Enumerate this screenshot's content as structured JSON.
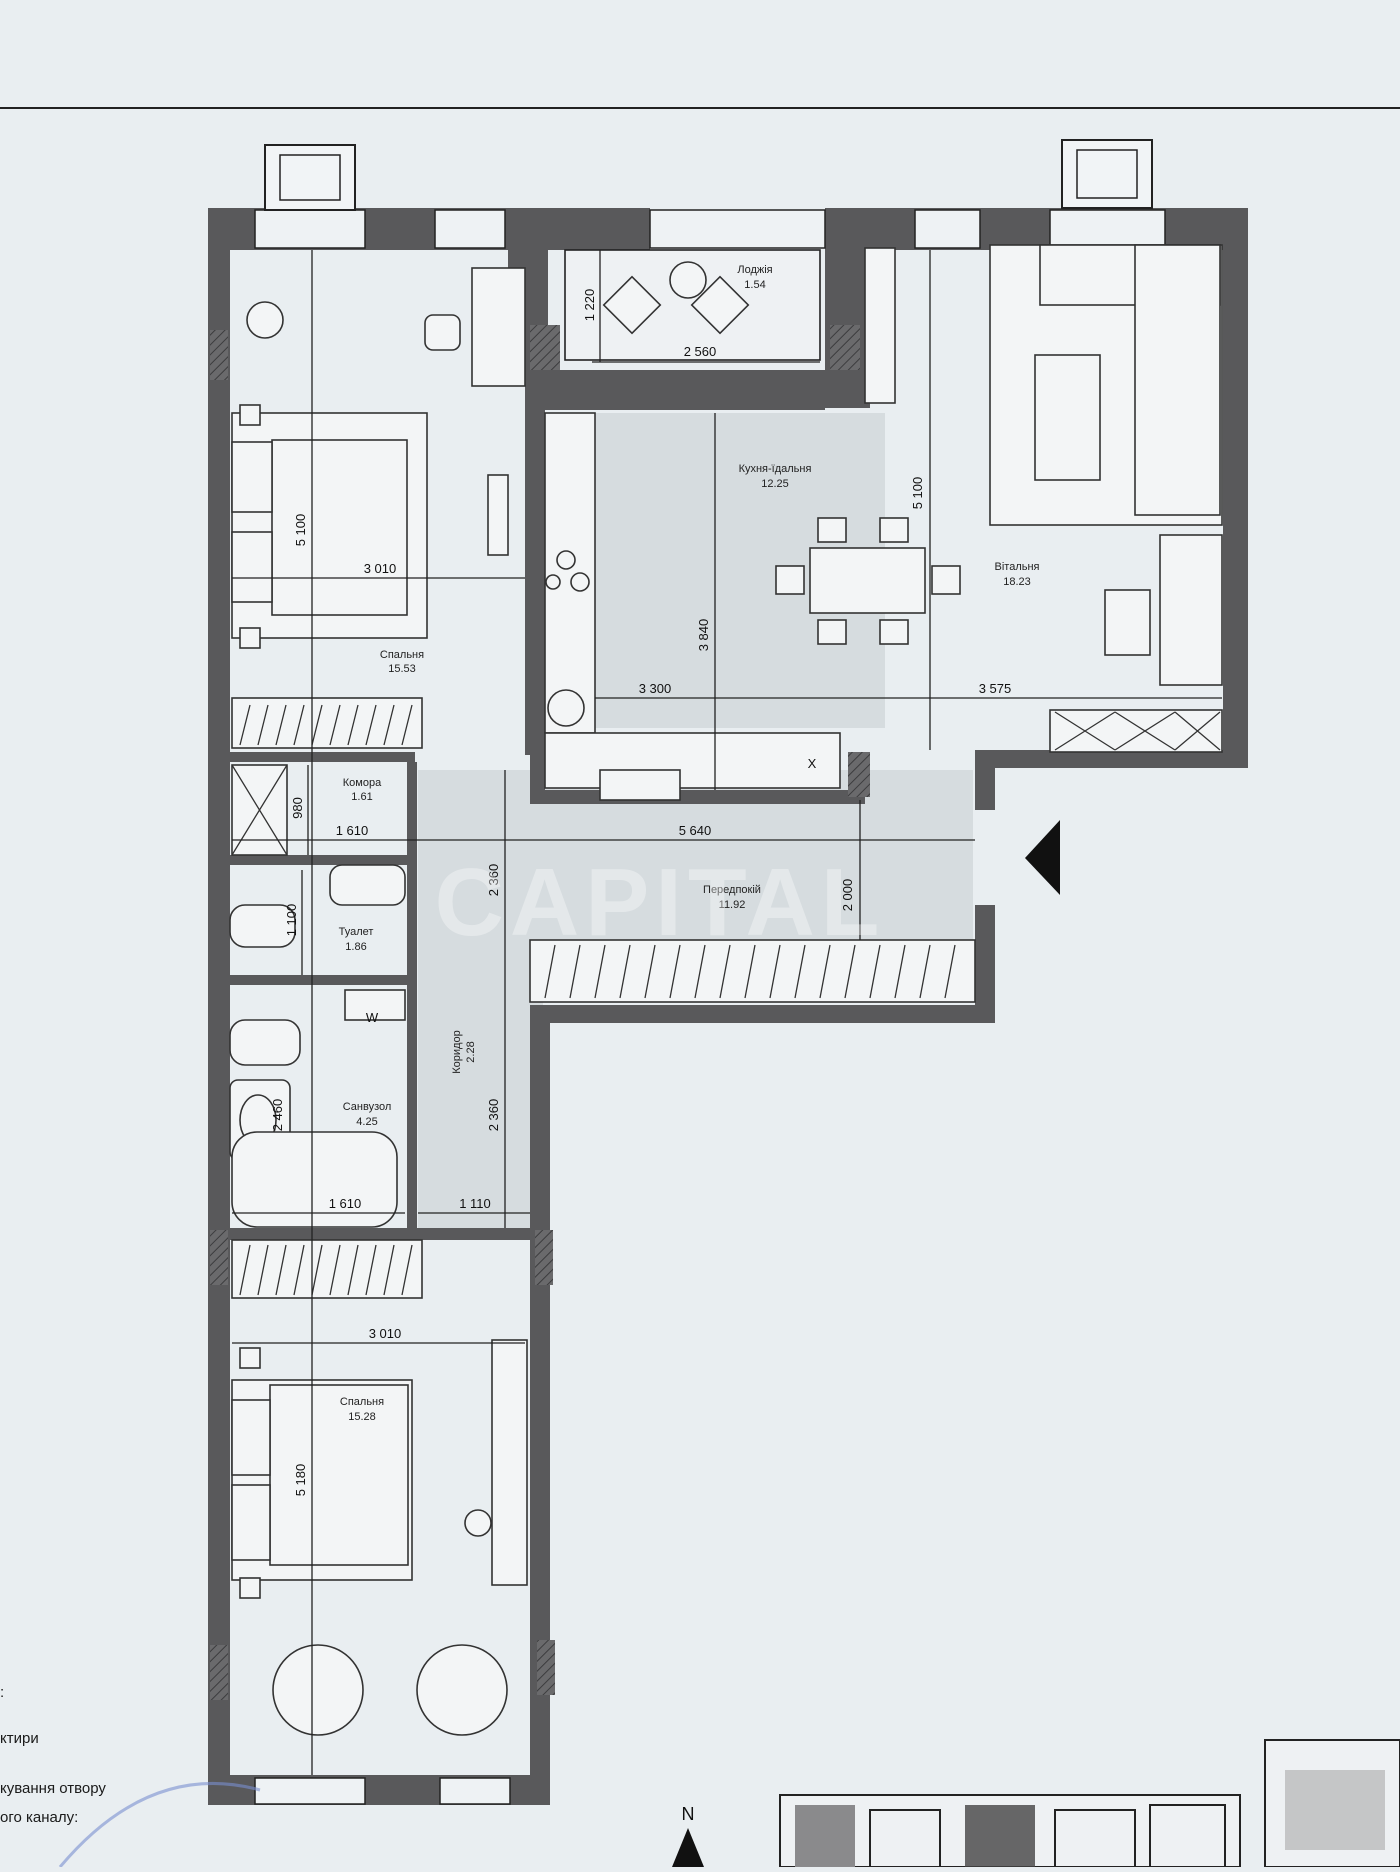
{
  "rooms": {
    "bedroom1": {
      "name": "Спальня",
      "area": "15.53"
    },
    "loggia": {
      "name": "Лоджія",
      "area": "1.54"
    },
    "kitchen": {
      "name": "Кухня-їдальня",
      "area": "12.25"
    },
    "living": {
      "name": "Вітальня",
      "area": "18.23"
    },
    "pantry": {
      "name": "Комора",
      "area": "1.61"
    },
    "hall": {
      "name": "Передпокій",
      "area": "11.92"
    },
    "toilet": {
      "name": "Туалет",
      "area": "1.86"
    },
    "corridor": {
      "name": "Коридор",
      "area": "2.28"
    },
    "bathroom": {
      "name": "Санвузол",
      "area": "4.25"
    },
    "bedroom2": {
      "name": "Спальня",
      "area": "15.28"
    }
  },
  "dimensions": {
    "loggia_width": "2 560",
    "loggia_depth": "1 220",
    "bedroom1_width": "3 010",
    "bedroom1_length": "5 100",
    "kitchen_width": "3 300",
    "kitchen_depth": "3 840",
    "living_width": "3 575",
    "living_depth": "5 100",
    "pantry_width": "1 610",
    "pantry_depth": "980",
    "hall_length": "5 640",
    "hall_depth": "2 000",
    "hall_left_depth": "2 360",
    "toilet_depth": "1 100",
    "corridor_width": "1 110",
    "corridor_depth": "2 360",
    "bathroom_width": "1 610",
    "bathroom_depth": "2 460",
    "bedroom2_width": "3 010",
    "bedroom2_length": "5 180"
  },
  "watermark": "CAPITAL",
  "north_label": "N",
  "appliance_marks": {
    "w": "W",
    "x": "X"
  },
  "notes": [
    ":",
    "ктири",
    "кування отвору",
    "ого каналу:"
  ]
}
